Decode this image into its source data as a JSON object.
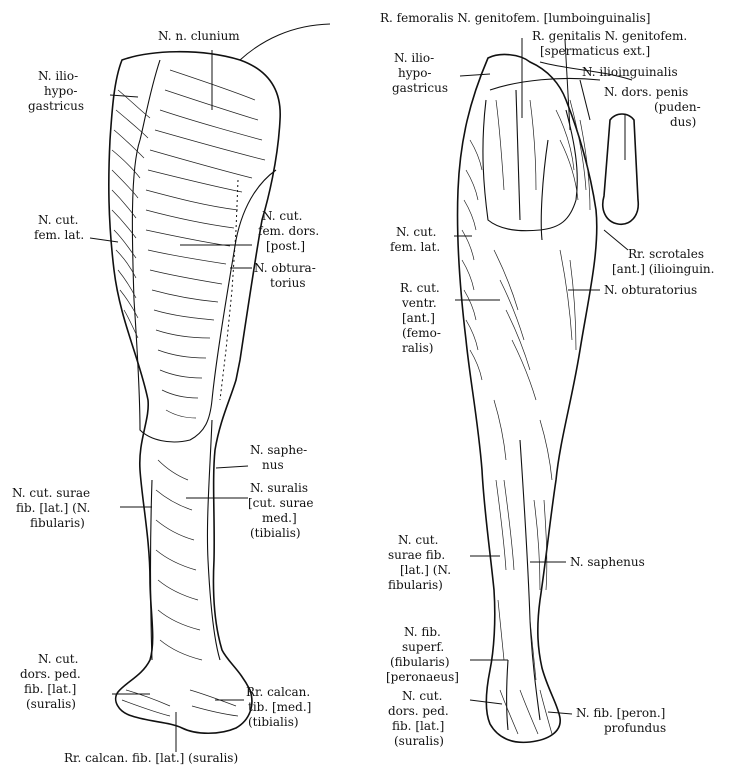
{
  "labels": {
    "n_n_clunium": "N. n. clunium",
    "n_iliohypogastricus_post": [
      "N. ilio-",
      "hypo-",
      "gastricus"
    ],
    "n_cut_fem_lat_post": [
      "N. cut.",
      "fem. lat."
    ],
    "n_cut_fem_dors_post": [
      "N. cut.",
      "fem. dors.",
      "[post.]"
    ],
    "n_obturatorius_post": [
      "N. obtura-",
      "torius"
    ],
    "n_saphenus_post": [
      "N. saphe-",
      "nus"
    ],
    "n_suralis_post": [
      "N. suralis",
      "[cut. surae",
      "med.]",
      "(tibialis)"
    ],
    "n_cut_surae_fib_post": [
      "N. cut. surae",
      "fib. [lat.] (N.",
      "fibularis)"
    ],
    "n_cut_dors_ped_fib_post": [
      "N. cut.",
      "dors. ped.",
      "fib. [lat.]",
      "(suralis)"
    ],
    "rr_calcan_tib": [
      "Rr. calcan.",
      "tib. [med.]",
      "(tibialis)"
    ],
    "rr_calcan_fib": "Rr. calcan. fib. [lat.]  (suralis)",
    "r_femoralis_genitofem": "R. femoralis N. genitofem. [lumboinguinalis]",
    "r_genitalis_genitofem": [
      "R. genitalis N. genitofem.",
      "[spermaticus ext.]"
    ],
    "n_iliohypogastricus_ant": [
      "N. ilio-",
      "hypo-",
      "gastricus"
    ],
    "n_ilioinguinalis": "N. ilioinguinalis",
    "n_dors_penis": [
      "N. dors. penis",
      "(puden-",
      "dus)"
    ],
    "n_cut_fem_lat_ant": [
      "N. cut.",
      "fem. lat."
    ],
    "rr_scrotales": [
      "Rr. scrotales",
      "[ant.] (ilioinguin."
    ],
    "r_cut_ventr": [
      "R. cut.",
      "ventr.",
      "[ant.]",
      "(femo-",
      "ralis)"
    ],
    "n_obturatorius_ant": "N. obturatorius",
    "n_cut_surae_fib_ant": [
      "N. cut.",
      "surae fib.",
      "[lat.] (N.",
      "fibularis)"
    ],
    "n_saphenus_ant": "N. saphenus",
    "n_fib_superf": [
      "N. fib.",
      "superf.",
      "(fibularis)",
      "[peronaeus]"
    ],
    "n_cut_dors_ped_fib_ant": [
      "N. cut.",
      "dors. ped.",
      "fib. [lat.]",
      "(suralis)"
    ],
    "n_fib_profundus": [
      "N. fib. [peron.]",
      "profundus"
    ]
  }
}
